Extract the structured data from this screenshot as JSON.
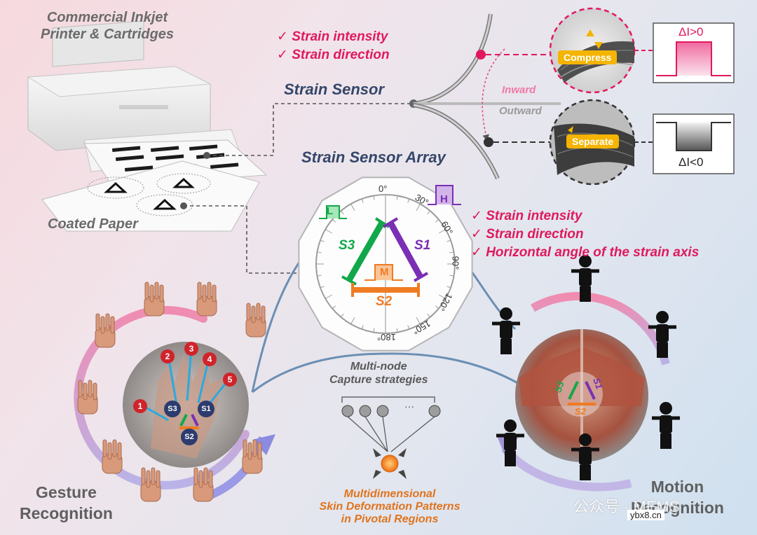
{
  "printer_label": [
    "Commercial Inkjet",
    "Printer & Cartridges"
  ],
  "paper_label": "Coated Paper",
  "sensor_title": "Strain Sensor",
  "array_title": "Strain Sensor Array",
  "sensor_checks": [
    "Strain intensity",
    "Strain direction"
  ],
  "array_checks": [
    "Strain intensity",
    "Strain direction",
    "Horizontal angle of the strain axis"
  ],
  "check_mark": "✓",
  "inward_label": "Inward",
  "outward_label": "Outward",
  "compress_label": "Compress",
  "separate_label": "Separate",
  "delta_pos": "ΔI>0",
  "delta_neg": "ΔI<0",
  "angles": [
    "0°",
    "30°",
    "60°",
    "90°",
    "120°",
    "150°",
    "180°"
  ],
  "sensor_labels": {
    "s1": "S1",
    "s2": "S2",
    "s3": "S3"
  },
  "signal_labels": {
    "low": "L",
    "mid": "M",
    "high": "H"
  },
  "capture_label": [
    "Multi-node",
    "Capture strategies"
  ],
  "ellipsis": "···",
  "multidim_label": [
    "Multidimensional",
    "Skin Deformation Patterns",
    "in Pivotal Regions"
  ],
  "gesture_label": [
    "Gesture",
    "Recognition"
  ],
  "motion_label": [
    "Motion",
    "Recognition"
  ],
  "finger_numbers": [
    "1",
    "2",
    "3",
    "4",
    "5"
  ],
  "watermark": "公众号 · MEMS",
  "site_mark": "ybx8.cn",
  "colors": {
    "pink": "#e0195d",
    "green": "#12a84a",
    "purple": "#7a2fb5",
    "orange": "#ef7b22",
    "navy": "#34466a"
  }
}
